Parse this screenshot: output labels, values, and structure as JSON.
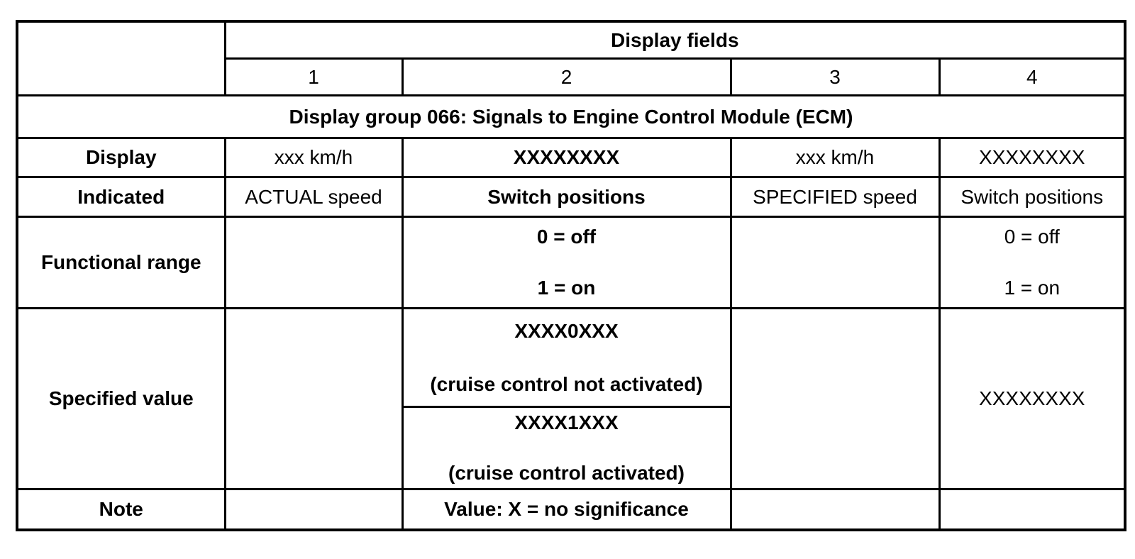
{
  "page": {
    "background": "#ffffff"
  },
  "table": {
    "border_color": "#000000",
    "text_color": "#000000",
    "header": {
      "title": "Display fields",
      "columns": [
        "1",
        "2",
        "3",
        "4"
      ]
    },
    "group_title": "Display group 066: Signals to Engine Control Module (ECM)",
    "rows": {
      "display": {
        "label": "Display",
        "field1": "xxx km/h",
        "field2": "XXXXXXXX",
        "field3": "xxx km/h",
        "field4": "XXXXXXXX"
      },
      "indicated": {
        "label": "Indicated",
        "field1": "ACTUAL speed",
        "field2": "Switch positions",
        "field3": "SPECIFIED speed",
        "field4": "Switch positions"
      },
      "functional_range": {
        "label": "Functional range",
        "field2_line1": "0 = off",
        "field2_line2": "1 = on",
        "field4_line1": "0 = off",
        "field4_line2": "1 = on"
      },
      "specified_value": {
        "label": "Specified value",
        "field2_case1_value": "XXXX0XXX",
        "field2_case1_note": "(cruise control not activated)",
        "field2_case2_value": "XXXX1XXX",
        "field2_case2_note": "(cruise control activated)",
        "field4": "XXXXXXXX"
      },
      "note": {
        "label": "Note",
        "field2": "Value: X = no significance"
      }
    }
  }
}
